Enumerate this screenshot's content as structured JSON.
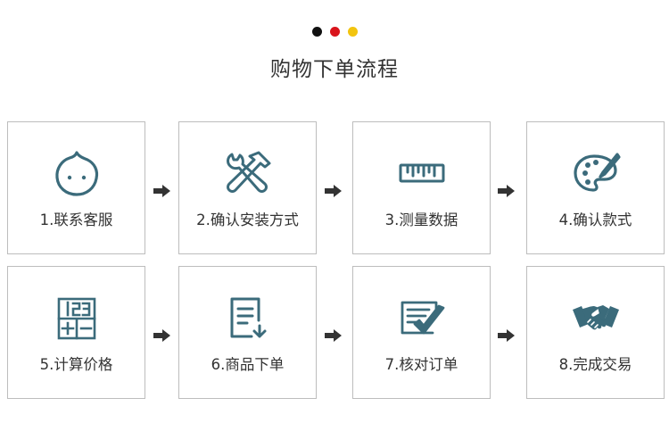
{
  "header": {
    "dots": [
      "#111111",
      "#d9141c",
      "#f2c40f"
    ],
    "title": "购物下单流程"
  },
  "theme": {
    "icon_color": "#3b6b7b"
  },
  "steps": [
    {
      "label": "1.联系客服",
      "icon": "chat-face-icon"
    },
    {
      "label": "2.确认安装方式",
      "icon": "tools-icon"
    },
    {
      "label": "3.测量数据",
      "icon": "ruler-icon"
    },
    {
      "label": "4.确认款式",
      "icon": "palette-icon"
    },
    {
      "label": "5.计算价格",
      "icon": "calculator-icon"
    },
    {
      "label": "6.商品下单",
      "icon": "order-document-icon"
    },
    {
      "label": "7.核对订单",
      "icon": "checklist-icon"
    },
    {
      "label": "8.完成交易",
      "icon": "handshake-icon"
    }
  ]
}
